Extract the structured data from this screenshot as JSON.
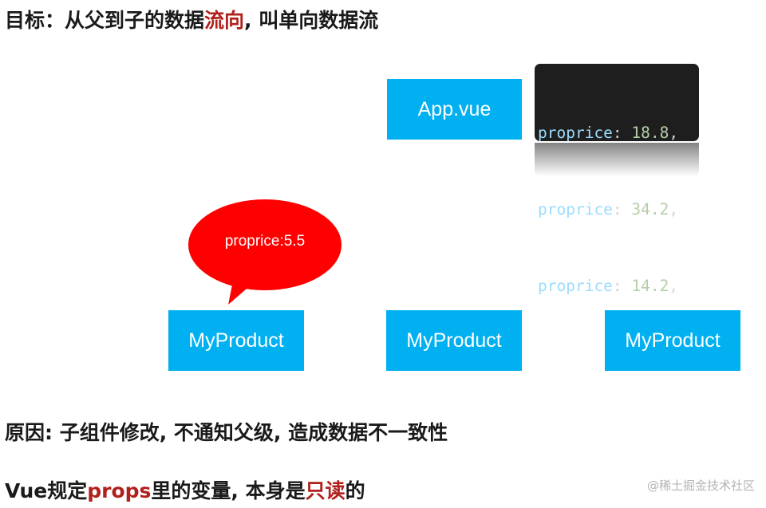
{
  "heading": {
    "part1": "目标：从父到子的数据",
    "highlight": "流向",
    "part2": ", 叫单向数据流"
  },
  "app_box": {
    "label": "App.vue"
  },
  "code_snippet": {
    "lines": [
      {
        "key": "proprice",
        "sep": ": ",
        "value": "18.8",
        "end": ","
      },
      {
        "key": "proprice",
        "sep": ": ",
        "value": "34.2",
        "end": ","
      },
      {
        "key": "proprice",
        "sep": ": ",
        "value": "14.2",
        "end": ","
      }
    ]
  },
  "bubble": {
    "text": "proprice:5.5",
    "color": "#ff0000"
  },
  "products": [
    {
      "label": "MyProduct"
    },
    {
      "label": "MyProduct"
    },
    {
      "label": "MyProduct"
    }
  ],
  "reason": "原因: 子组件修改, 不通知父级, 造成数据不一致性",
  "rule": {
    "part1": "Vue规定",
    "highlight1": "props",
    "part2": "里的变量, 本身是",
    "highlight2": "只读",
    "part3": "的"
  },
  "watermark": "@稀土掘金技术社区",
  "colors": {
    "box": "#00b0f0",
    "highlight": "#b0201c",
    "code_bg": "#1e1e1e"
  }
}
